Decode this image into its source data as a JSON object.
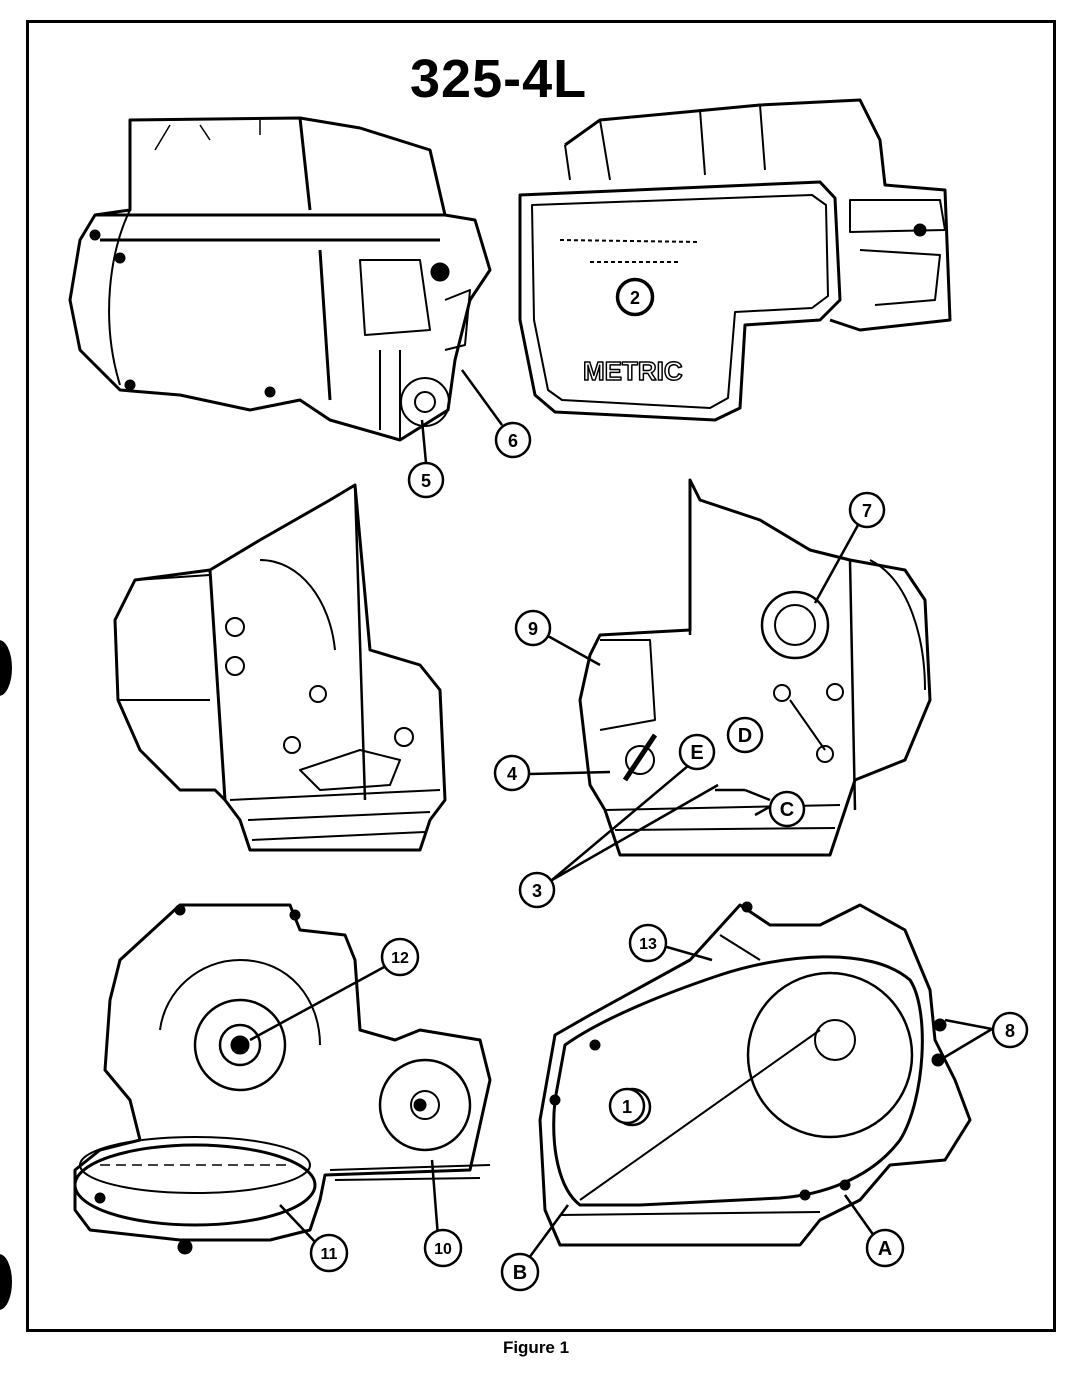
{
  "title": "325-4L",
  "caption": "Figure 1",
  "views": [
    {
      "id": "view-top-left"
    },
    {
      "id": "view-top-right",
      "pan_text": "METRIC"
    },
    {
      "id": "view-mid-left"
    },
    {
      "id": "view-mid-right"
    },
    {
      "id": "view-bottom-left"
    },
    {
      "id": "view-bottom-right"
    }
  ],
  "callouts": {
    "c1": "1",
    "c2": "2",
    "c3": "3",
    "c4": "4",
    "c5": "5",
    "c6": "6",
    "c7": "7",
    "c8": "8",
    "c9": "9",
    "c10": "10",
    "c11": "11",
    "c12": "12",
    "c13": "13",
    "cA": "A",
    "cB": "B",
    "cC": "C",
    "cD": "D",
    "cE": "E"
  }
}
